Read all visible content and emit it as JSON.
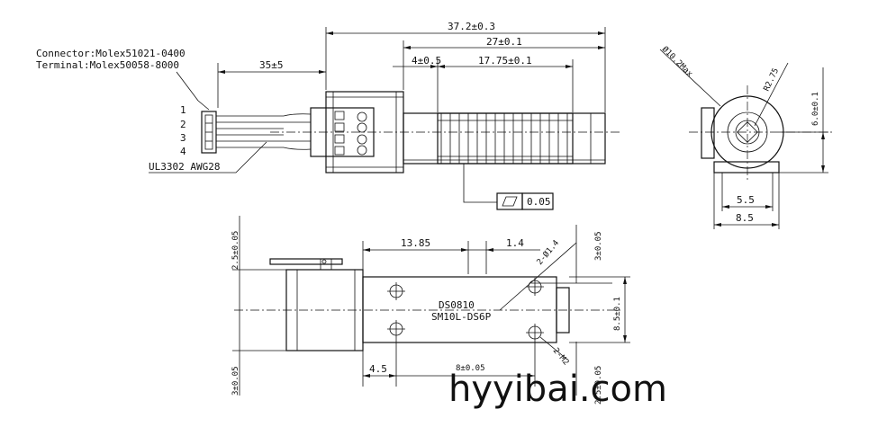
{
  "connector_note": {
    "connector": "Connector:Molex51021-0400",
    "terminal": "Terminal:Molex50058-8000"
  },
  "pin_numbers": [
    "1",
    "2",
    "3",
    "4"
  ],
  "cable_note": "UL3302 AWG28",
  "top_view": {
    "dim_overall": "37.2±0.3",
    "dim_27": "27±0.1",
    "dim_lead": "35±5",
    "dim_4": "4±0.5",
    "dim_screw": "17.75±0.1",
    "flatness": "0.05"
  },
  "end_view": {
    "dia_max": "Ø10.2Max",
    "radius": "R2.75",
    "height": "6.0±0.1",
    "width_inner": "5.5",
    "width_outer": "8.5"
  },
  "bottom_view": {
    "dim_13": "13.85",
    "dim_1_4": "1.4",
    "hole_note": "2-Ø1.4",
    "dim_3_top": "3±0.05",
    "label_part": "DS0810",
    "label_model": "SM10L-DS6P",
    "dim_left_top": "2.5±0.05",
    "dim_left_bottom": "3±0.05",
    "dim_right": "8.5±0.1",
    "screw_note": "2-M2",
    "dim_4_5": "4.5",
    "dim_8": "8±0.05",
    "dim_2_5_bottom": "2.5±0.05"
  },
  "watermark": "hyyibai.com"
}
